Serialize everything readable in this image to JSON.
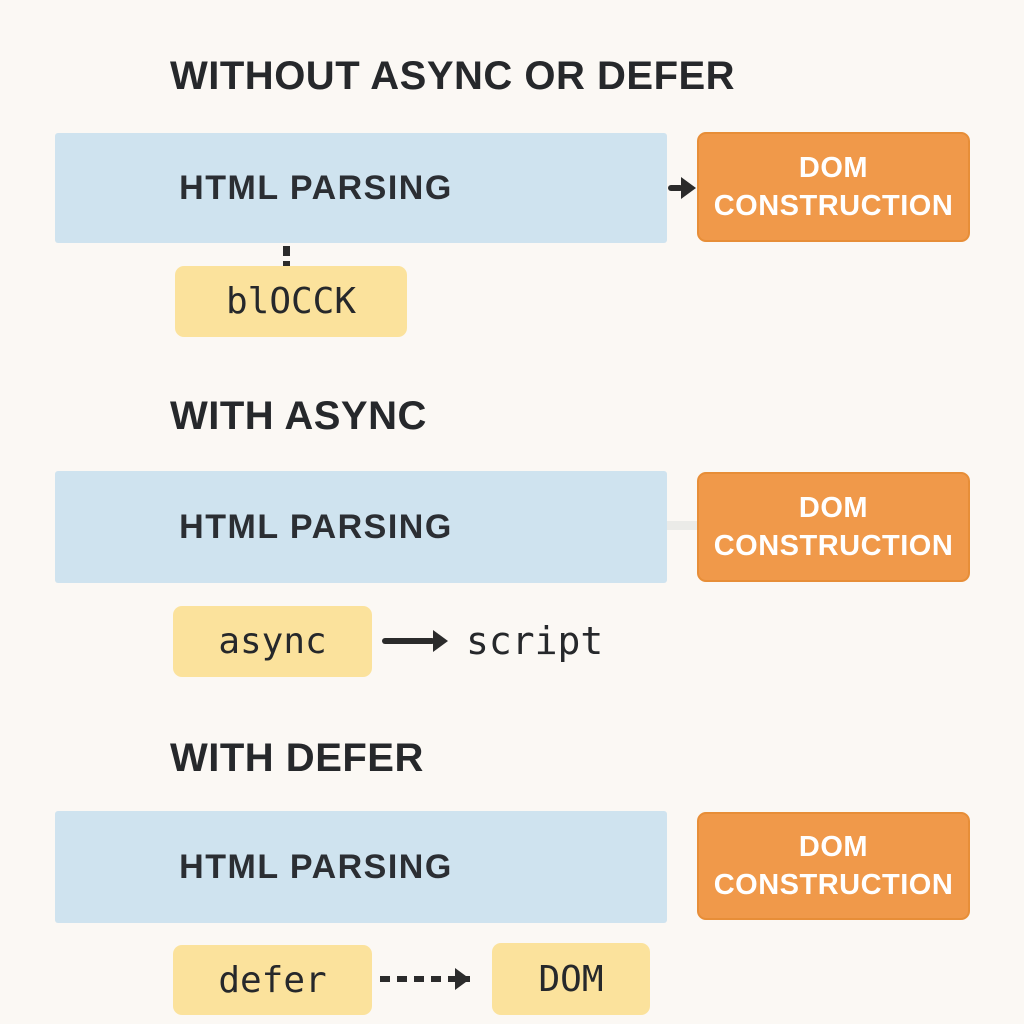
{
  "colors": {
    "background": "#fbf8f4",
    "blue_box": "#cfe3ef",
    "orange_box": "#f0994a",
    "orange_border": "#e78e38",
    "yellow_tag": "#fbe29c",
    "gray_connector": "#ebebe8",
    "ink": "#26282b",
    "white": "#ffffff"
  },
  "sections": [
    {
      "title": "WITHOUT ASYNC OR DEFER",
      "parsing_label": "HTML PARSING",
      "dom_line1": "DOM",
      "dom_line2": "CONSTRUCTION",
      "tag_label": "blOCCK"
    },
    {
      "title": "WITH ASYNC",
      "parsing_label": "HTML PARSING",
      "dom_line1": "DOM",
      "dom_line2": "CONSTRUCTION",
      "tag_label": "async",
      "tag_target": "script"
    },
    {
      "title": "WITH DEFER",
      "parsing_label": "HTML PARSING",
      "dom_line1": "DOM",
      "dom_line2": "CONSTRUCTION",
      "tag_label": "defer",
      "tag_target": "DOM"
    }
  ]
}
